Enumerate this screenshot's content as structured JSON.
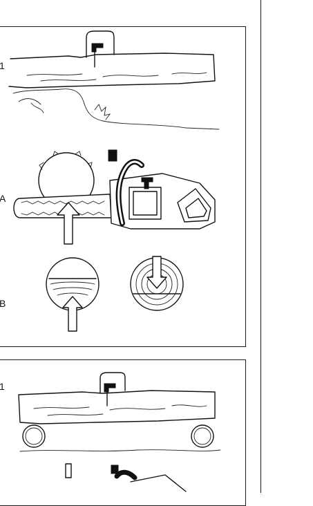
{
  "labels": {
    "top_panel_1": "1",
    "top_panel_A": "A",
    "top_panel_B": "B",
    "bottom_panel_1": "1"
  },
  "colors": {
    "ink": "#111111",
    "paper": "#ffffff"
  }
}
